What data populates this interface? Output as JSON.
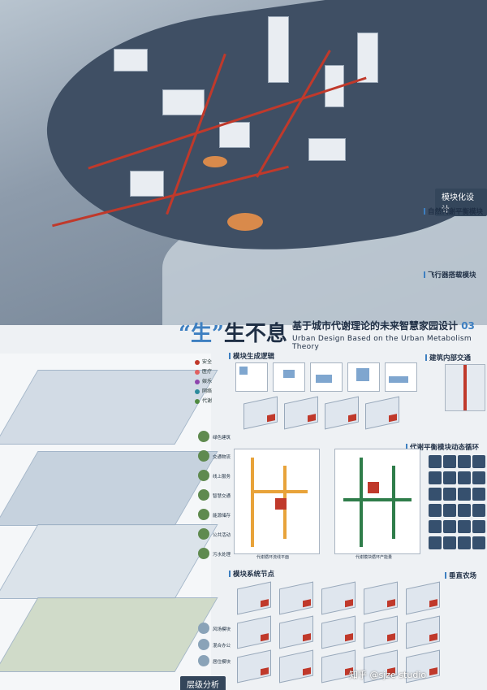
{
  "title": {
    "accent": "“生”",
    "main": "生不息",
    "cn": "基于城市代谢理论的未来智慧家园设计",
    "num": "03",
    "en": "Urban Design Based on the Urban Metabolism Theory"
  },
  "sections": {
    "module_design": "模块化设计",
    "natural_metabolism": "自然代谢平衡模块",
    "flight": "飞行器搭载模块",
    "module_logic": "模块生成逻辑",
    "internal_traffic": "建筑内部交通",
    "metabolic_cycle": "代谢平衡模块动态循环",
    "system_nodes": "模块系统节点",
    "vertical": "垂直农场",
    "layer_analysis": "层级分析"
  },
  "legend_top": [
    {
      "label": "安全",
      "color": "#c0392b"
    },
    {
      "label": "医疗",
      "color": "#e06060"
    },
    {
      "label": "娱乐",
      "color": "#8e44ad"
    },
    {
      "label": "网络",
      "color": "#2b8a9c"
    },
    {
      "label": "代谢",
      "color": "#4f8a3f"
    }
  ],
  "legend_layers": [
    "绿色建筑",
    "交通物流",
    "线上服务",
    "智慧交通",
    "能源储存",
    "公共活动",
    "污水处理"
  ],
  "legend_bottom": [
    "风场模块",
    "混合办公",
    "居住模块"
  ],
  "captions": {
    "section_a": "代谢循环流线平面",
    "section_b": "代谢模块循环产能量",
    "watermark": "知乎 @sjze studio"
  },
  "colors": {
    "accent": "#3d7fc1",
    "road": "#c0392b",
    "dark": "#1f2f45"
  }
}
